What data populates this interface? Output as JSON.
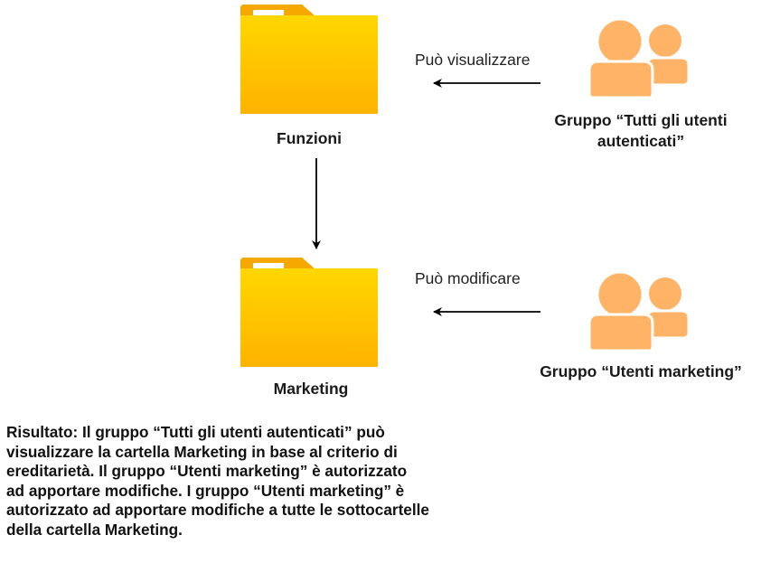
{
  "nodes": {
    "folder_top": {
      "label": "Funzioni",
      "icon": "folder-icon",
      "color": "#FFC000"
    },
    "folder_bottom": {
      "label": "Marketing",
      "icon": "folder-icon",
      "color": "#FFC000"
    },
    "group_top": {
      "label_line1": "Gruppo “Tutti gli utenti",
      "label_line2": "autenticati”",
      "icon": "users-group-icon",
      "color": "#FFB366"
    },
    "group_bottom": {
      "label": "Gruppo “Utenti marketing”",
      "icon": "users-group-icon",
      "color": "#FFB366"
    }
  },
  "edges": {
    "top": {
      "label": "Può visualizzare"
    },
    "bottom": {
      "label": "Può modificare"
    }
  },
  "result": {
    "lines": [
      "Risultato: Il gruppo “Tutti gli utenti autenticati” può",
      "visualizzare la cartella Marketing in base al criterio di",
      "ereditarietà. Il gruppo “Utenti marketing” è autorizzato",
      "ad apportare modifiche. I gruppo “Utenti marketing” è",
      "autorizzato ad apportare modifiche a tutte le sottocartelle",
      "della cartella Marketing."
    ]
  }
}
